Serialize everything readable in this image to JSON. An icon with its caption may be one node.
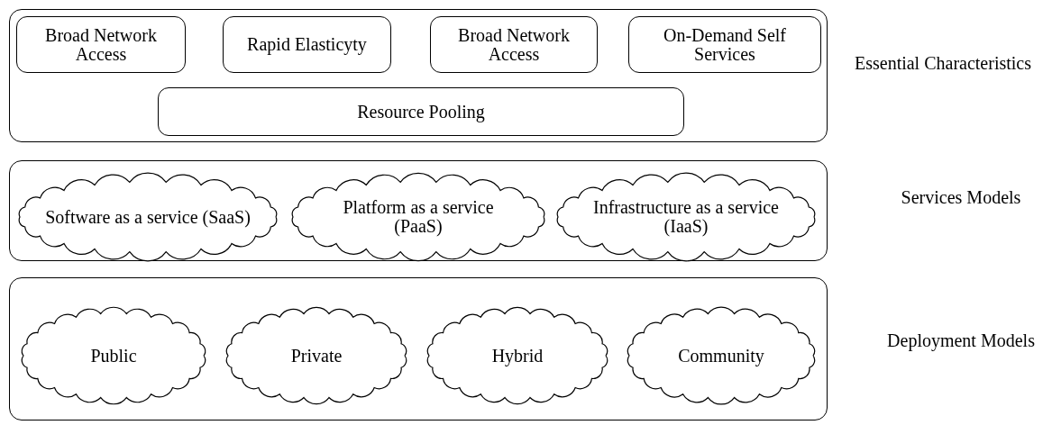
{
  "diagram": {
    "nodes": [
      {
        "text": [
          "Essential Characteristics"
        ]
      },
      {
        "text": [
          "Broad Network Access"
        ],
        "in": 0
      },
      {
        "text": [
          "Rapid Elasticyty"
        ],
        "in": 0
      },
      {
        "text": [
          "Broad Network Access"
        ],
        "in": 0
      },
      {
        "text": [
          "On-Demand Self Services"
        ],
        "in": 0
      },
      {
        "text": [
          "Resource Pooling"
        ],
        "in": 0
      },
      {
        "text": [
          "Services Models"
        ]
      },
      {
        "text": [
          "Software as a service (SaaS)"
        ],
        "in": 6
      },
      {
        "text": [
          "Platform as a service (PaaS)"
        ],
        "in": 6
      },
      {
        "text": [
          "Infrastructure as a service (IaaS)"
        ],
        "in": 6
      },
      {
        "text": [
          "Deployment Models"
        ]
      },
      {
        "text": [
          "Public"
        ],
        "in": 10
      },
      {
        "text": [
          "Private"
        ],
        "in": 10
      },
      {
        "text": [
          "Hybrid"
        ],
        "in": 10
      },
      {
        "text": [
          "Community"
        ],
        "in": 10
      }
    ]
  }
}
